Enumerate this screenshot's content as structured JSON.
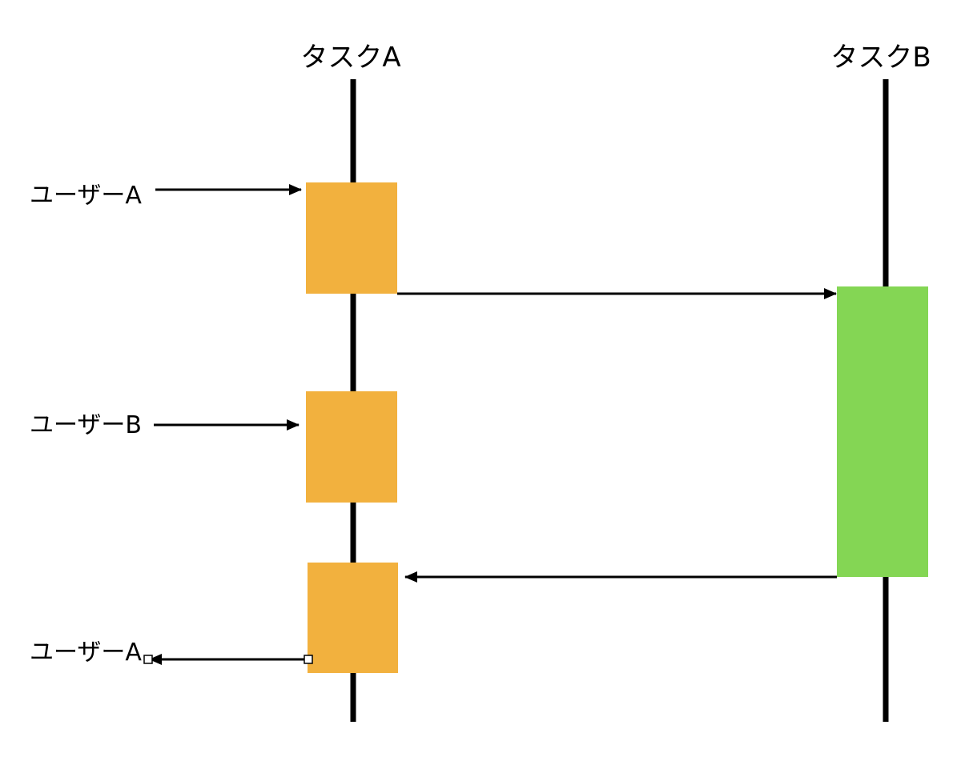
{
  "tasks": {
    "a": {
      "label": "タスクA"
    },
    "b": {
      "label": "タスクB"
    }
  },
  "users": {
    "a_in": "ユーザーA",
    "b_in": "ユーザーB",
    "a_out": "ユーザーA"
  },
  "colors": {
    "task_a_block": "#F2B13E",
    "task_b_block": "#84D654",
    "line": "#000000",
    "background": "#FFFFFF"
  },
  "messages": [
    {
      "from": "ユーザーA",
      "to": "タスクA"
    },
    {
      "from": "タスクA",
      "to": "タスクB"
    },
    {
      "from": "ユーザーB",
      "to": "タスクA"
    },
    {
      "from": "タスクB",
      "to": "タスクA"
    },
    {
      "from": "タスクA",
      "to": "ユーザーA"
    }
  ]
}
